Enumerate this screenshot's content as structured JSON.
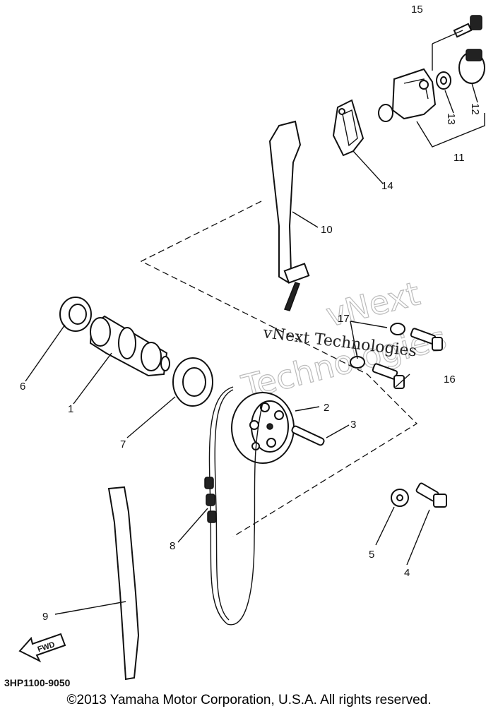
{
  "diagram": {
    "callouts": {
      "p1": "1",
      "p2": "2",
      "p3": "3",
      "p4": "4",
      "p5": "5",
      "p6": "6",
      "p7": "7",
      "p8": "8",
      "p9": "9",
      "p10": "10",
      "p11": "11",
      "p12": "12",
      "p13": "13",
      "p14": "14",
      "p15": "15",
      "p16": "16",
      "p17": "17"
    },
    "diagram_code": "3HP1100-9050",
    "fwd_label": "FWD",
    "watermark": {
      "line1": "vNext Technologies",
      "big_top": "vNext",
      "big_bottom": "Technologies"
    }
  },
  "footer": {
    "copyright": "©2013 Yamaha Motor Corporation, U.S.A. All rights reserved."
  }
}
